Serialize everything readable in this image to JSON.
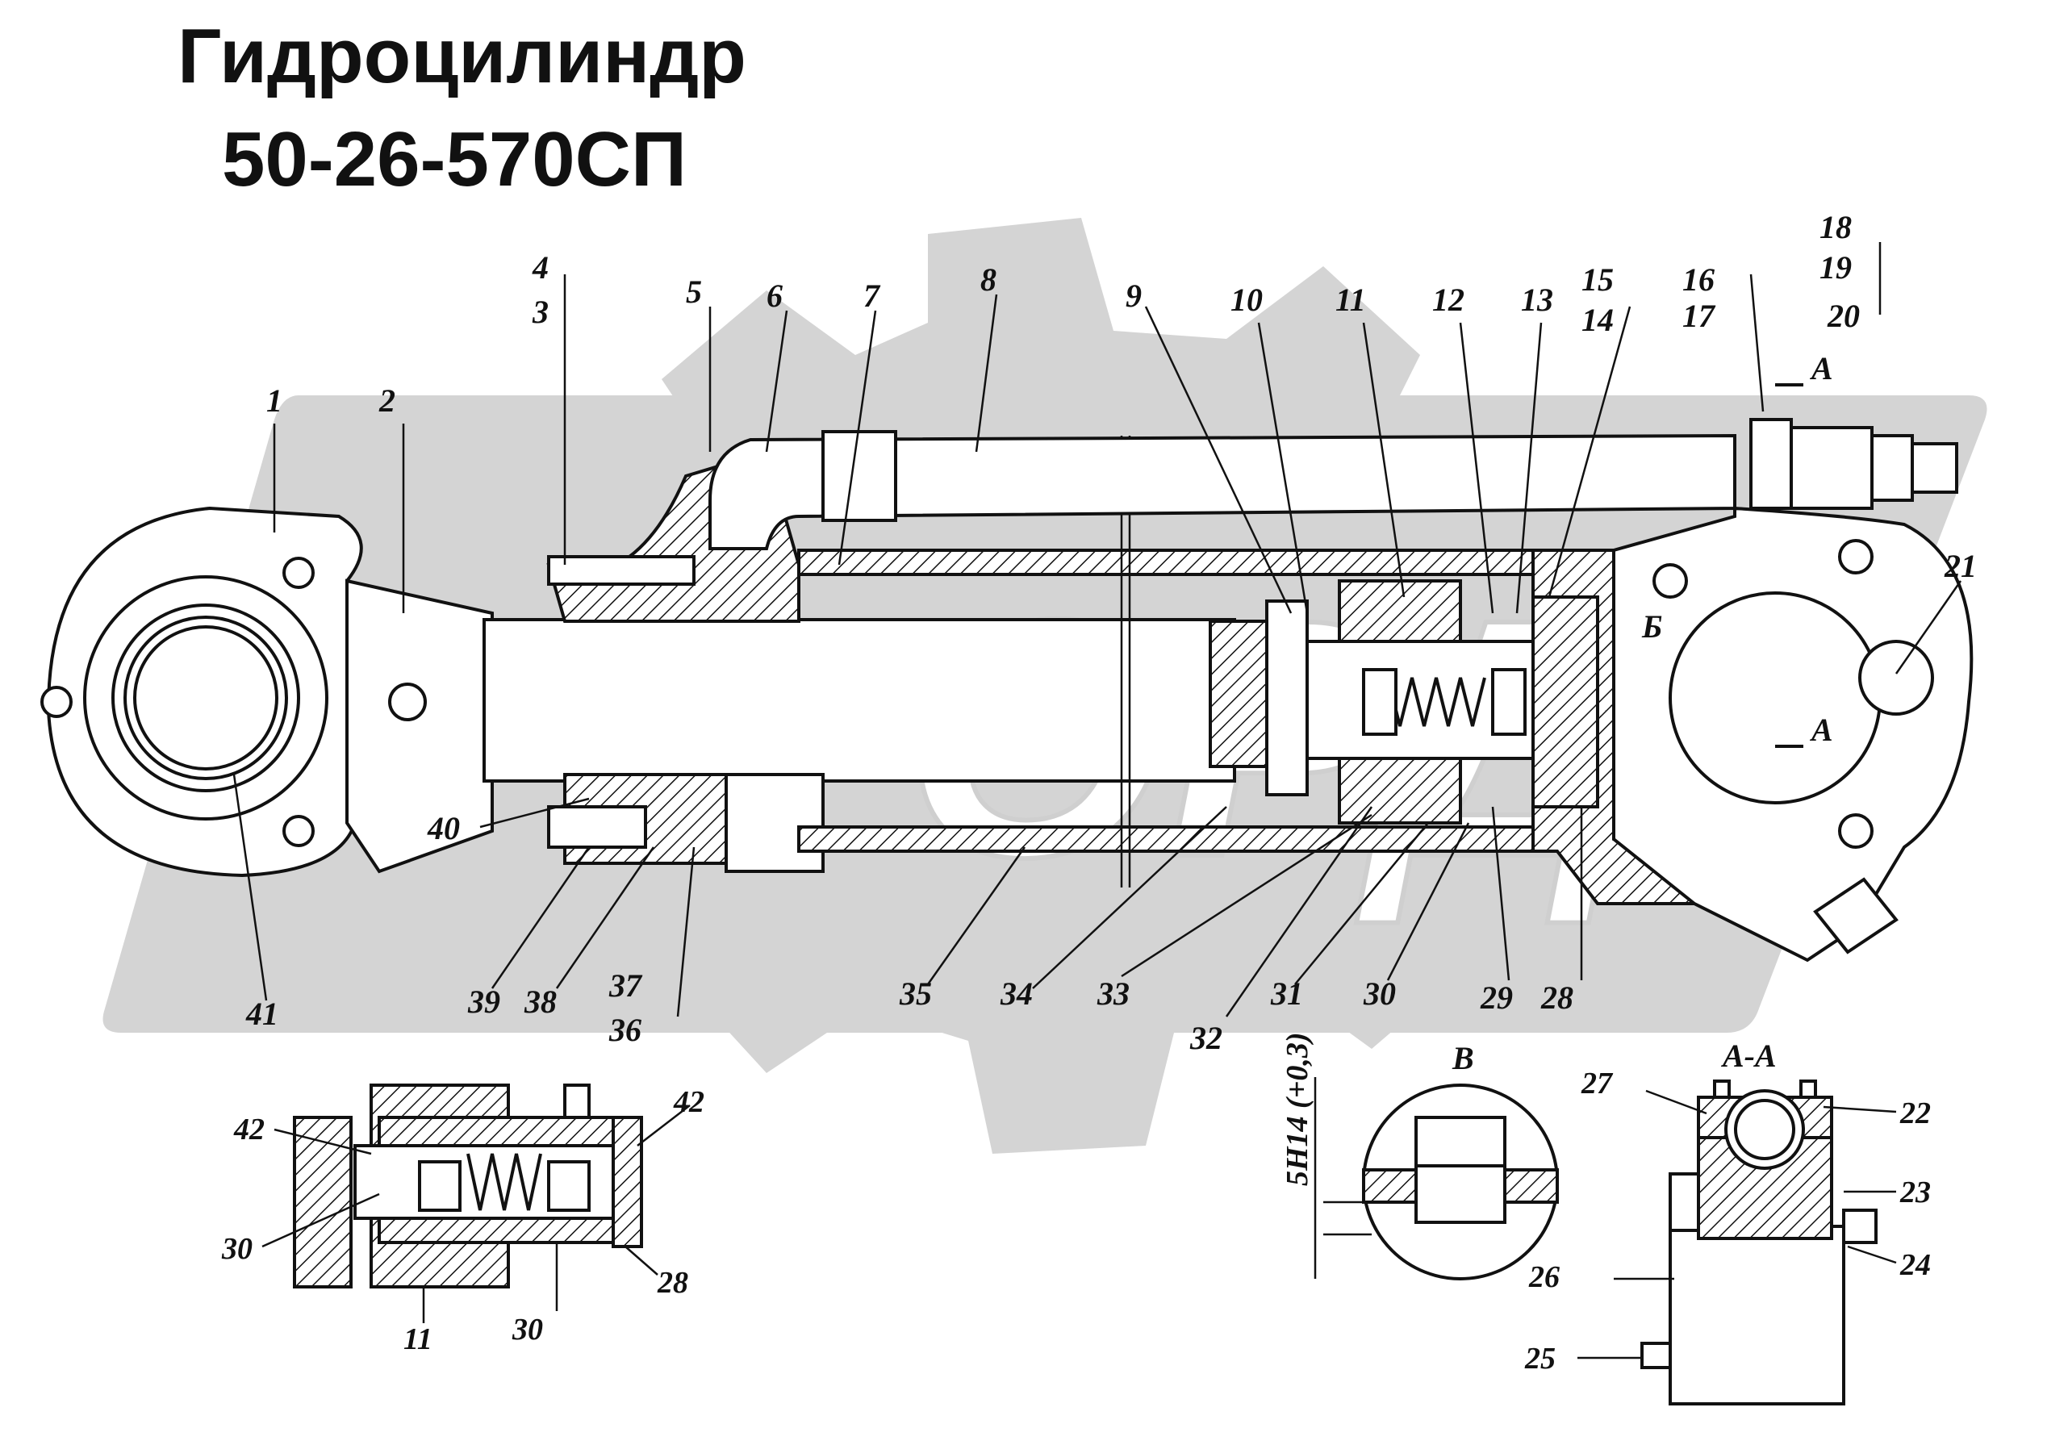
{
  "title": {
    "line1": "Гидроцилиндр",
    "line2": "50-26-570СП"
  },
  "watermark": {
    "text": "ОРДА"
  },
  "callouts": {
    "main": [
      "1",
      "2",
      "3",
      "4",
      "5",
      "6",
      "7",
      "8",
      "9",
      "10",
      "11",
      "12",
      "13",
      "14",
      "15",
      "16",
      "17",
      "18",
      "19",
      "20",
      "21",
      "28",
      "29",
      "30",
      "31",
      "32",
      "33",
      "34",
      "35",
      "36",
      "37",
      "38",
      "39",
      "40",
      "41"
    ],
    "detail_left": [
      "42",
      "42",
      "30",
      "11",
      "30",
      "28"
    ],
    "detail_v": [
      "26"
    ],
    "section_aa": [
      "27",
      "22",
      "23",
      "24",
      "25"
    ]
  },
  "section_marks": {
    "a_top": "А",
    "a_bottom": "А",
    "b": "Б",
    "v": "В",
    "aa": "А-А"
  },
  "dimension": {
    "text": "5Н14 (+0,3)"
  },
  "colors": {
    "line": "#111111",
    "watermark": "#d4d4d4",
    "background": "#ffffff"
  }
}
